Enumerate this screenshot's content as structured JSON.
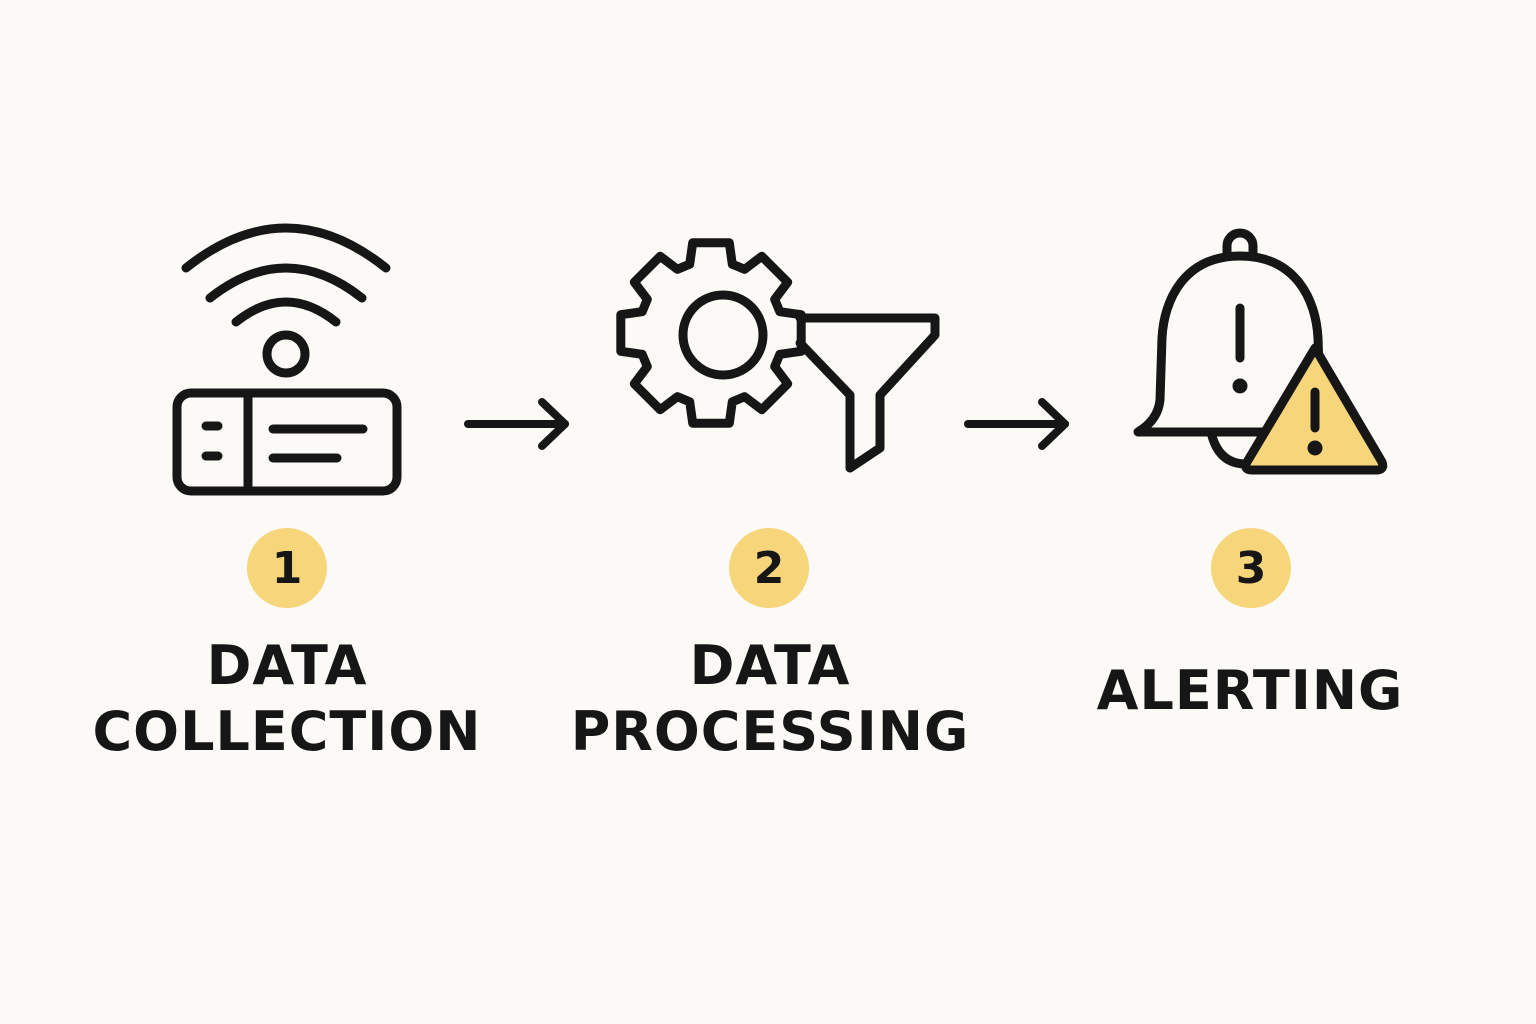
{
  "colors": {
    "background": "#fbfaf6",
    "stroke": "#161616",
    "accent": "#f7d57a"
  },
  "steps": [
    {
      "number": "1",
      "label_lines": [
        "DATA",
        "COLLECTION"
      ],
      "icon": "wireless-sensor-device-icon"
    },
    {
      "number": "2",
      "label_lines": [
        "DATA",
        "PROCESSING"
      ],
      "icon": "gear-funnel-icon"
    },
    {
      "number": "3",
      "label_lines": [
        "ALERTING"
      ],
      "icon": "bell-warning-icon"
    }
  ],
  "connectors": [
    "arrow-right-icon",
    "arrow-right-icon"
  ]
}
